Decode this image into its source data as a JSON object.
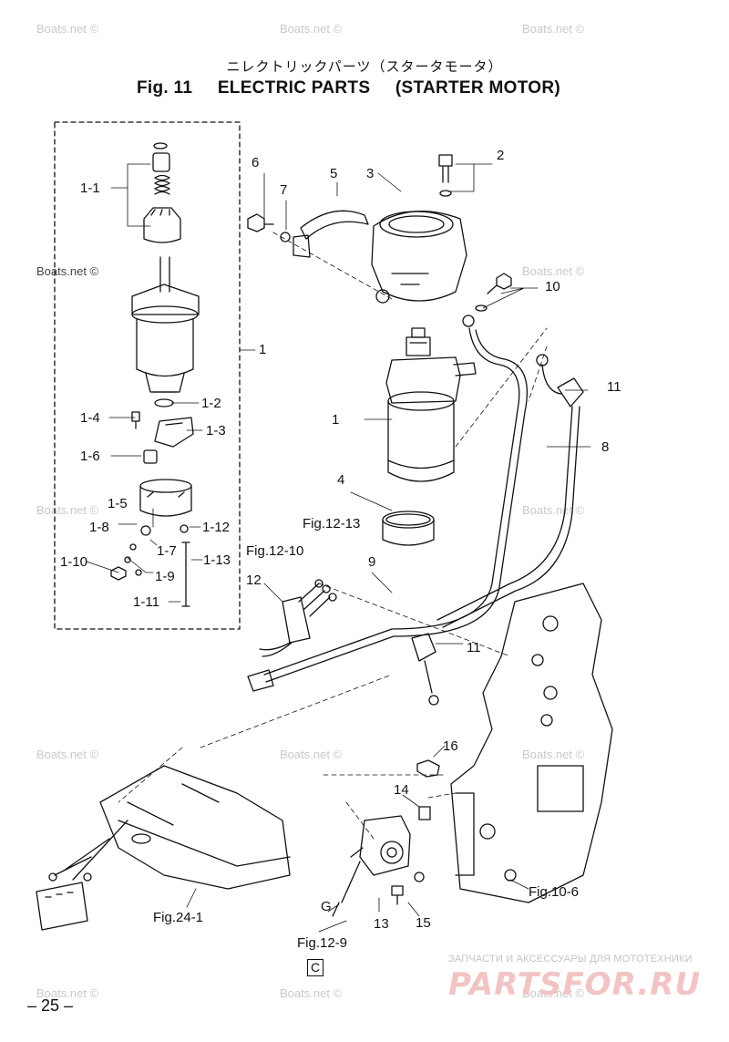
{
  "header": {
    "jp_title": "ニレクトリックパーツ（スタータモータ）",
    "fig_label": "Fig. 11",
    "fig_title": "ELECTRIC PARTS",
    "fig_subtitle": "(STARTER MOTOR)"
  },
  "callouts": {
    "c1": "1",
    "c1_1": "1-1",
    "c1_2": "1-2",
    "c1_3": "1-3",
    "c1_4": "1-4",
    "c1_5": "1-5",
    "c1_6": "1-6",
    "c1_7": "1-7",
    "c1_8": "1-8",
    "c1_9": "1-9",
    "c1_10": "1-10",
    "c1_11": "1-11",
    "c1_12": "1-12",
    "c1_13": "1-13",
    "c1_main": "1",
    "c2": "2",
    "c3": "3",
    "c4": "4",
    "c5": "5",
    "c6": "6",
    "c7": "7",
    "c8": "8",
    "c9": "9",
    "c10": "10",
    "c11a": "11",
    "c11b": "11",
    "c12": "12",
    "c13": "13",
    "c14": "14",
    "c15": "15",
    "c16": "16",
    "cG": "G"
  },
  "references": {
    "fig12_13": "Fig.12-13",
    "fig12_10": "Fig.12-10",
    "fig10_6": "Fig.10-6",
    "fig24_1": "Fig.24-1",
    "fig12_9": "Fig.12-9"
  },
  "section_marker": "C",
  "page_number": "– 25 –",
  "watermark": "Boats.net ©",
  "brand": {
    "caption": "ЗАПЧАСТИ И АКСЕССУАРЫ ДЛЯ МОТОТЕХНИКИ",
    "logo": "PARTSFOR.RU"
  }
}
